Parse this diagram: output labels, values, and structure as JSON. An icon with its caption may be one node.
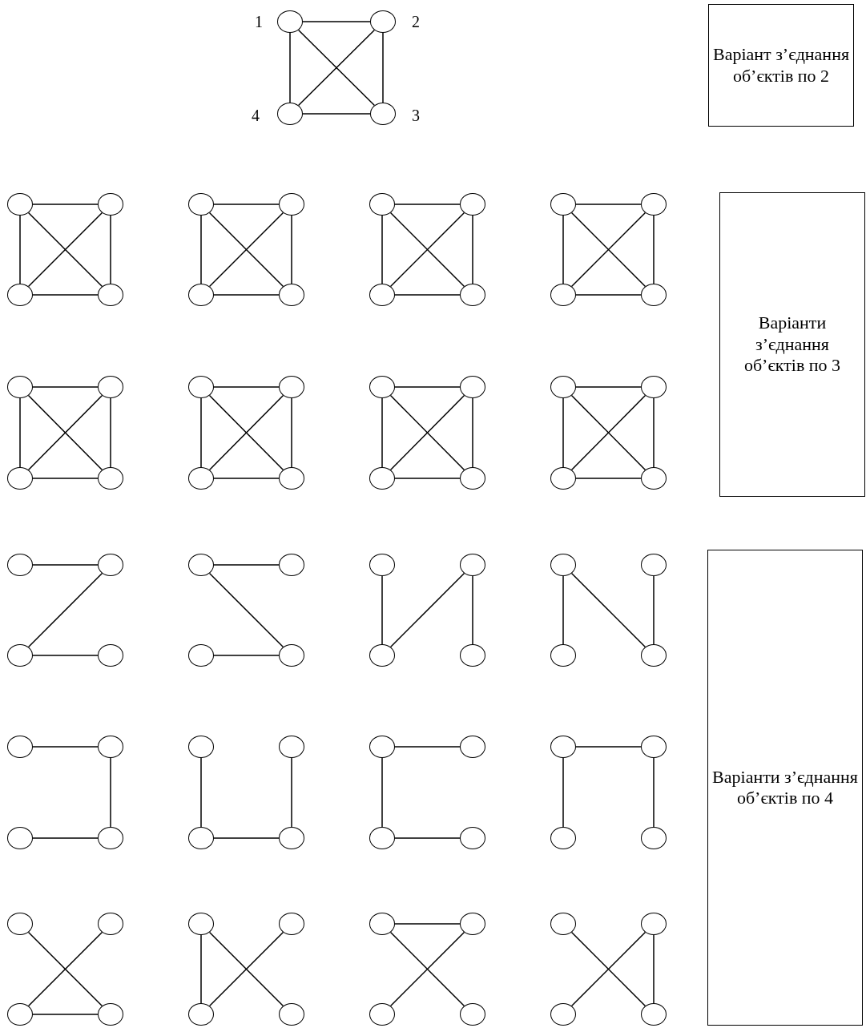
{
  "diagram": {
    "nodes": [
      {
        "text": [],
        "shape": "circle",
        "beside": [
          "1"
        ]
      },
      {
        "text": [],
        "shape": "circle",
        "beside": [
          "2"
        ]
      },
      {
        "text": [],
        "shape": "circle",
        "beside": [
          "4"
        ]
      },
      {
        "text": [],
        "shape": "circle",
        "beside": [
          "3"
        ]
      },
      {
        "text": [
          "Варіант з’єднання об’єктів по 2"
        ]
      },
      {
        "text": [],
        "shape": "circle"
      },
      {
        "text": [],
        "shape": "circle"
      },
      {
        "text": [],
        "shape": "circle"
      },
      {
        "text": [],
        "shape": "circle"
      },
      {
        "text": [],
        "shape": "circle"
      },
      {
        "text": [],
        "shape": "circle"
      },
      {
        "text": [],
        "shape": "circle"
      },
      {
        "text": [],
        "shape": "circle"
      },
      {
        "text": [],
        "shape": "circle"
      },
      {
        "text": [],
        "shape": "circle"
      },
      {
        "text": [],
        "shape": "circle"
      },
      {
        "text": [],
        "shape": "circle"
      },
      {
        "text": [],
        "shape": "circle"
      },
      {
        "text": [],
        "shape": "circle"
      },
      {
        "text": [],
        "shape": "circle"
      },
      {
        "text": [],
        "shape": "circle"
      },
      {
        "text": [],
        "shape": "circle"
      },
      {
        "text": [],
        "shape": "circle"
      },
      {
        "text": [],
        "shape": "circle"
      },
      {
        "text": [],
        "shape": "circle"
      },
      {
        "text": [],
        "shape": "circle"
      },
      {
        "text": [],
        "shape": "circle"
      },
      {
        "text": [],
        "shape": "circle"
      },
      {
        "text": [],
        "shape": "circle"
      },
      {
        "text": [],
        "shape": "circle"
      },
      {
        "text": [],
        "shape": "circle"
      },
      {
        "text": [],
        "shape": "circle"
      },
      {
        "text": [],
        "shape": "circle"
      },
      {
        "text": [],
        "shape": "circle"
      },
      {
        "text": [],
        "shape": "circle"
      },
      {
        "text": [],
        "shape": "circle"
      },
      {
        "text": [],
        "shape": "circle"
      },
      {
        "text": [
          "Варіанти з’єднання об’єктів по 3"
        ]
      },
      {
        "text": [],
        "shape": "circle"
      },
      {
        "text": [],
        "shape": "circle"
      },
      {
        "text": [],
        "shape": "circle"
      },
      {
        "text": [],
        "shape": "circle"
      },
      {
        "text": [],
        "shape": "circle"
      },
      {
        "text": [],
        "shape": "circle"
      },
      {
        "text": [],
        "shape": "circle"
      },
      {
        "text": [],
        "shape": "circle"
      },
      {
        "text": [],
        "shape": "circle"
      },
      {
        "text": [],
        "shape": "circle"
      },
      {
        "text": [],
        "shape": "circle"
      },
      {
        "text": [],
        "shape": "circle"
      },
      {
        "text": [],
        "shape": "circle"
      },
      {
        "text": [],
        "shape": "circle"
      },
      {
        "text": [],
        "shape": "circle"
      },
      {
        "text": [],
        "shape": "circle"
      },
      {
        "text": [],
        "shape": "circle"
      },
      {
        "text": [],
        "shape": "circle"
      },
      {
        "text": [],
        "shape": "circle"
      },
      {
        "text": [],
        "shape": "circle"
      },
      {
        "text": [],
        "shape": "circle"
      },
      {
        "text": [],
        "shape": "circle"
      },
      {
        "text": [],
        "shape": "circle"
      },
      {
        "text": [],
        "shape": "circle"
      },
      {
        "text": [],
        "shape": "circle"
      },
      {
        "text": [],
        "shape": "circle"
      },
      {
        "text": [],
        "shape": "circle"
      },
      {
        "text": [],
        "shape": "circle"
      },
      {
        "text": [],
        "shape": "circle"
      },
      {
        "text": [],
        "shape": "circle"
      },
      {
        "text": [],
        "shape": "circle"
      },
      {
        "text": [],
        "shape": "circle"
      },
      {
        "text": [],
        "shape": "circle"
      },
      {
        "text": [],
        "shape": "circle"
      },
      {
        "text": [],
        "shape": "circle"
      },
      {
        "text": [],
        "shape": "circle"
      },
      {
        "text": [],
        "shape": "circle"
      },
      {
        "text": [],
        "shape": "circle"
      },
      {
        "text": [],
        "shape": "circle"
      },
      {
        "text": [],
        "shape": "circle"
      },
      {
        "text": [],
        "shape": "circle"
      },
      {
        "text": [],
        "shape": "circle"
      },
      {
        "text": [],
        "shape": "circle"
      },
      {
        "text": [],
        "shape": "circle"
      },
      {
        "text": [],
        "shape": "circle"
      },
      {
        "text": [],
        "shape": "circle"
      },
      {
        "text": [],
        "shape": "circle"
      },
      {
        "text": [],
        "shape": "circle"
      },
      {
        "text": [
          "Варіанти з’єднання об’єктів по 4"
        ]
      }
    ],
    "edges": [
      {
        "from": 0,
        "to": 1,
        "arrow": "none"
      },
      {
        "from": 0,
        "to": 2,
        "arrow": "none"
      },
      {
        "from": 2,
        "to": 3,
        "arrow": "none"
      },
      {
        "from": 1,
        "to": 3,
        "arrow": "none"
      },
      {
        "from": 0,
        "to": 3,
        "arrow": "none"
      },
      {
        "from": 1,
        "to": 2,
        "arrow": "none"
      },
      {
        "from": 5,
        "to": 6,
        "arrow": "none"
      },
      {
        "from": 5,
        "to": 7,
        "arrow": "none"
      },
      {
        "from": 7,
        "to": 8,
        "arrow": "none"
      },
      {
        "from": 6,
        "to": 8,
        "arrow": "none"
      },
      {
        "from": 5,
        "to": 8,
        "arrow": "none"
      },
      {
        "from": 6,
        "to": 7,
        "arrow": "none"
      },
      {
        "from": 9,
        "to": 10,
        "arrow": "none"
      },
      {
        "from": 9,
        "to": 11,
        "arrow": "none"
      },
      {
        "from": 11,
        "to": 12,
        "arrow": "none"
      },
      {
        "from": 10,
        "to": 12,
        "arrow": "none"
      },
      {
        "from": 9,
        "to": 12,
        "arrow": "none"
      },
      {
        "from": 10,
        "to": 11,
        "arrow": "none"
      },
      {
        "from": 13,
        "to": 14,
        "arrow": "none"
      },
      {
        "from": 13,
        "to": 15,
        "arrow": "none"
      },
      {
        "from": 15,
        "to": 16,
        "arrow": "none"
      },
      {
        "from": 14,
        "to": 16,
        "arrow": "none"
      },
      {
        "from": 13,
        "to": 16,
        "arrow": "none"
      },
      {
        "from": 14,
        "to": 15,
        "arrow": "none"
      },
      {
        "from": 17,
        "to": 18,
        "arrow": "none"
      },
      {
        "from": 17,
        "to": 19,
        "arrow": "none"
      },
      {
        "from": 19,
        "to": 20,
        "arrow": "none"
      },
      {
        "from": 18,
        "to": 20,
        "arrow": "none"
      },
      {
        "from": 17,
        "to": 20,
        "arrow": "none"
      },
      {
        "from": 18,
        "to": 19,
        "arrow": "none"
      },
      {
        "from": 21,
        "to": 22,
        "arrow": "none"
      },
      {
        "from": 21,
        "to": 23,
        "arrow": "none"
      },
      {
        "from": 23,
        "to": 24,
        "arrow": "none"
      },
      {
        "from": 22,
        "to": 24,
        "arrow": "none"
      },
      {
        "from": 21,
        "to": 24,
        "arrow": "none"
      },
      {
        "from": 22,
        "to": 23,
        "arrow": "none"
      },
      {
        "from": 25,
        "to": 26,
        "arrow": "none"
      },
      {
        "from": 25,
        "to": 27,
        "arrow": "none"
      },
      {
        "from": 27,
        "to": 28,
        "arrow": "none"
      },
      {
        "from": 26,
        "to": 28,
        "arrow": "none"
      },
      {
        "from": 25,
        "to": 28,
        "arrow": "none"
      },
      {
        "from": 26,
        "to": 27,
        "arrow": "none"
      },
      {
        "from": 29,
        "to": 30,
        "arrow": "none"
      },
      {
        "from": 29,
        "to": 31,
        "arrow": "none"
      },
      {
        "from": 31,
        "to": 32,
        "arrow": "none"
      },
      {
        "from": 30,
        "to": 32,
        "arrow": "none"
      },
      {
        "from": 29,
        "to": 32,
        "arrow": "none"
      },
      {
        "from": 30,
        "to": 31,
        "arrow": "none"
      },
      {
        "from": 33,
        "to": 34,
        "arrow": "none"
      },
      {
        "from": 33,
        "to": 35,
        "arrow": "none"
      },
      {
        "from": 35,
        "to": 36,
        "arrow": "none"
      },
      {
        "from": 34,
        "to": 36,
        "arrow": "none"
      },
      {
        "from": 33,
        "to": 36,
        "arrow": "none"
      },
      {
        "from": 34,
        "to": 35,
        "arrow": "none"
      },
      {
        "from": 38,
        "to": 39,
        "arrow": "none"
      },
      {
        "from": 39,
        "to": 40,
        "arrow": "none"
      },
      {
        "from": 40,
        "to": 41,
        "arrow": "none"
      },
      {
        "from": 42,
        "to": 43,
        "arrow": "none"
      },
      {
        "from": 42,
        "to": 45,
        "arrow": "none"
      },
      {
        "from": 44,
        "to": 45,
        "arrow": "none"
      },
      {
        "from": 46,
        "to": 48,
        "arrow": "none"
      },
      {
        "from": 48,
        "to": 47,
        "arrow": "none"
      },
      {
        "from": 47,
        "to": 49,
        "arrow": "none"
      },
      {
        "from": 50,
        "to": 52,
        "arrow": "none"
      },
      {
        "from": 50,
        "to": 53,
        "arrow": "none"
      },
      {
        "from": 51,
        "to": 53,
        "arrow": "none"
      },
      {
        "from": 54,
        "to": 55,
        "arrow": "none"
      },
      {
        "from": 55,
        "to": 57,
        "arrow": "none"
      },
      {
        "from": 56,
        "to": 57,
        "arrow": "none"
      },
      {
        "from": 58,
        "to": 60,
        "arrow": "none"
      },
      {
        "from": 60,
        "to": 61,
        "arrow": "none"
      },
      {
        "from": 59,
        "to": 61,
        "arrow": "none"
      },
      {
        "from": 62,
        "to": 63,
        "arrow": "none"
      },
      {
        "from": 62,
        "to": 64,
        "arrow": "none"
      },
      {
        "from": 64,
        "to": 65,
        "arrow": "none"
      },
      {
        "from": 66,
        "to": 67,
        "arrow": "none"
      },
      {
        "from": 66,
        "to": 68,
        "arrow": "none"
      },
      {
        "from": 67,
        "to": 69,
        "arrow": "none"
      },
      {
        "from": 70,
        "to": 73,
        "arrow": "none"
      },
      {
        "from": 71,
        "to": 72,
        "arrow": "none"
      },
      {
        "from": 72,
        "to": 73,
        "arrow": "none"
      },
      {
        "from": 74,
        "to": 77,
        "arrow": "none"
      },
      {
        "from": 75,
        "to": 76,
        "arrow": "none"
      },
      {
        "from": 74,
        "to": 76,
        "arrow": "none"
      },
      {
        "from": 78,
        "to": 79,
        "arrow": "none"
      },
      {
        "from": 78,
        "to": 81,
        "arrow": "none"
      },
      {
        "from": 79,
        "to": 80,
        "arrow": "none"
      },
      {
        "from": 82,
        "to": 85,
        "arrow": "none"
      },
      {
        "from": 83,
        "to": 84,
        "arrow": "none"
      },
      {
        "from": 83,
        "to": 85,
        "arrow": "none"
      }
    ]
  }
}
